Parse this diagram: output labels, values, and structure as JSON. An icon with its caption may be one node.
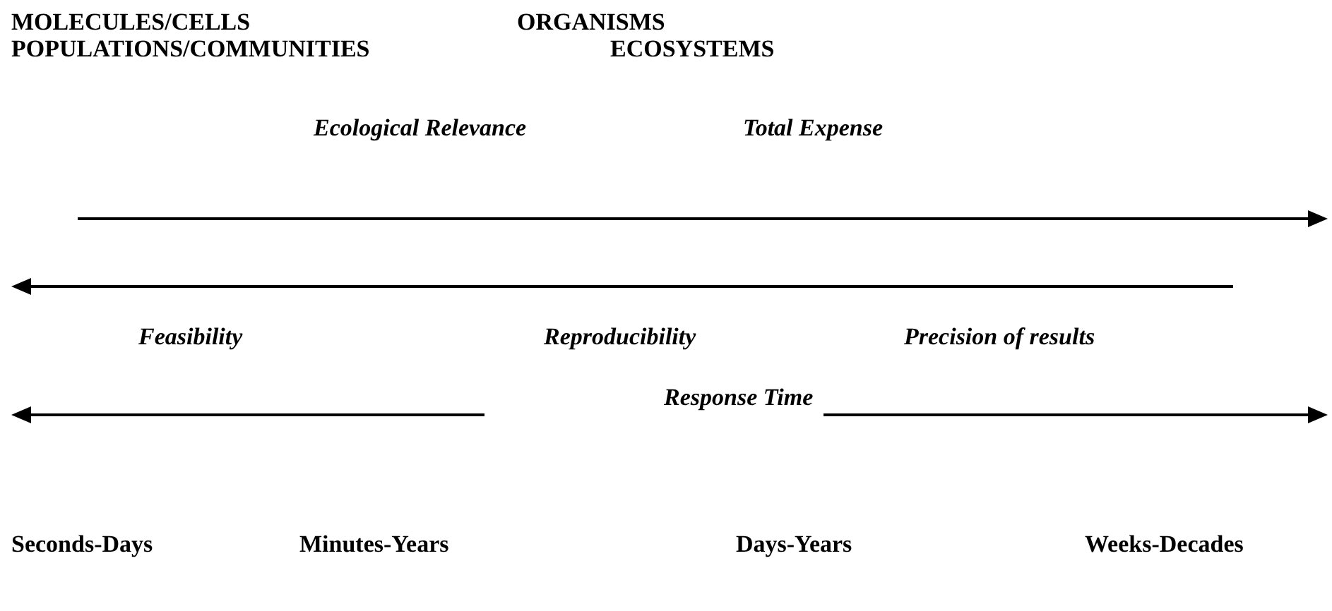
{
  "diagram": {
    "labels": [
      "MOLECULES/CELLS",
      "ORGANISMS",
      "POPULATIONS/COMMUNITIES",
      "ECOSYSTEMS",
      "Ecological Relevance",
      "Total Expense",
      "Feasibility",
      "Reproducibility",
      "Precision of results",
      "Response Time",
      "Seconds-Days",
      "Minutes-Years",
      "Days-Years",
      "Weeks-Decades"
    ]
  }
}
